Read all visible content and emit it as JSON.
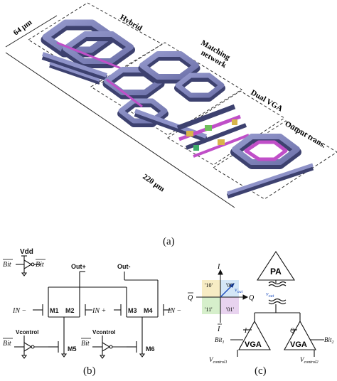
{
  "panel_a": {
    "labels": {
      "hybrid": "Hybrid",
      "matching_network": [
        "Matching",
        "network"
      ],
      "dual_vga": "Dual VGA",
      "output_trans": "Output trans.",
      "dim_height": "64 μm",
      "dim_width": "220 μm"
    },
    "caption": "(a)"
  },
  "panel_b": {
    "vdd": "Vdd",
    "bit_in": "Bit",
    "bit_out": "Bit",
    "out_plus": "Out+",
    "out_minus": "Out-",
    "in_minus_left": "IN −",
    "in_plus": "IN +",
    "in_minus_right": "IN −",
    "transistors": [
      "M1",
      "M2",
      "M3",
      "M4",
      "M5",
      "M6"
    ],
    "vcontrol_left": "Vcontrol",
    "vcontrol_right": "Vcontrol",
    "bit_left": "Bit",
    "bit_right": "Bit",
    "caption": "(b)"
  },
  "panel_c": {
    "axis_i": "I",
    "axis_i_bar": "I",
    "axis_q": "Q",
    "axis_q_bar": "Q",
    "quadrants": [
      "'10'",
      "'00'",
      "'11'",
      "'01'"
    ],
    "vout_label": "v",
    "vout_sub": "out",
    "pa_label": "PA",
    "vgas": [
      "VGA",
      "VGA"
    ],
    "vga_inputs": [
      "I",
      "Q"
    ],
    "bit1": "Bit",
    "bit1_sub": "1",
    "bit2": "Bit",
    "bit2_sub": "2",
    "vcontrol1": "V",
    "vcontrol1_sub": "control1",
    "vcontrol2": "V",
    "vcontrol2_sub": "control2",
    "caption": "(c)"
  },
  "colors": {
    "metal_top": "#7b80b8",
    "metal_side": "#3d416f",
    "via": "#c04fc8",
    "quad_10": "#f7ecc4",
    "quad_00": "#d4e7f7",
    "quad_11": "#d6efcb",
    "quad_01": "#e8d3ef",
    "vout_arrow": "#1f4fbf"
  }
}
